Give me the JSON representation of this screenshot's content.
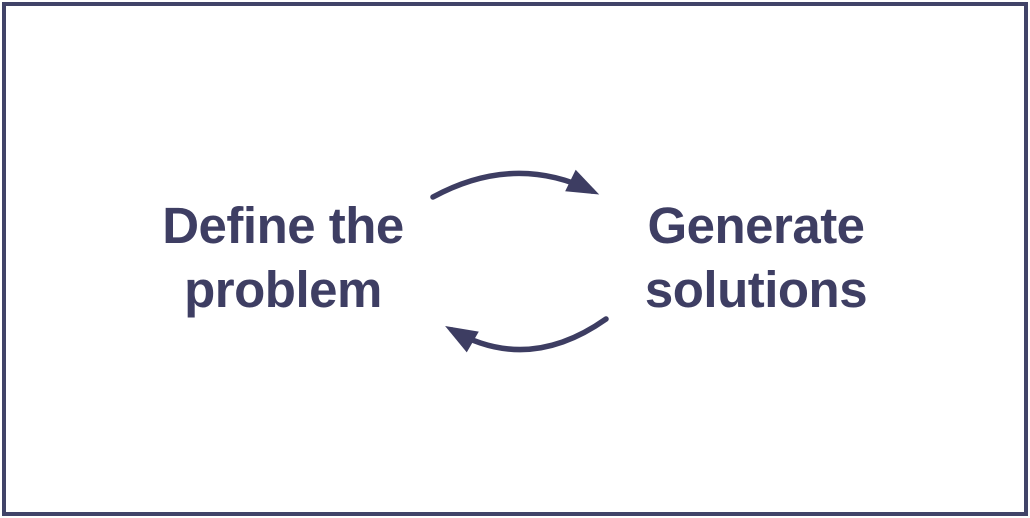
{
  "diagram": {
    "background_color": "#ffffff",
    "border_color": "#414368",
    "text_color": "#3e3e63",
    "arrow_color": "#3d3d62",
    "nodes": [
      {
        "id": "define-the-problem",
        "label": "Define the problem",
        "lines": [
          "Define the",
          "problem"
        ]
      },
      {
        "id": "generate-solutions",
        "label": "Generate solutions",
        "lines": [
          "Generate",
          "solutions"
        ]
      }
    ],
    "arrows": [
      {
        "id": "top-arrow",
        "from": "Define the problem",
        "to": "Generate solutions",
        "direction": "left-to-right"
      },
      {
        "id": "bottom-arrow",
        "from": "Generate solutions",
        "to": "Define the problem",
        "direction": "right-to-left"
      }
    ]
  }
}
